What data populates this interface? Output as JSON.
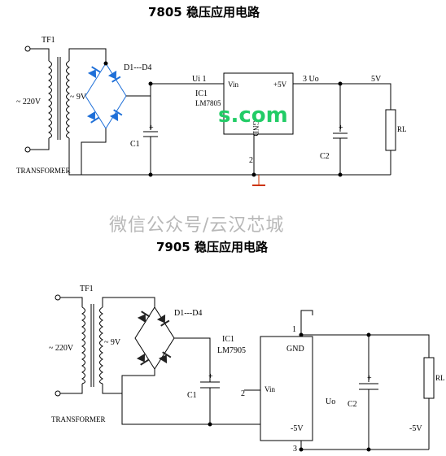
{
  "top": {
    "title": "7805 稳压应用电路",
    "tf_label": "TF1",
    "v_in": "~ 220V",
    "v_sec": "~ 9V",
    "bridge": "D1---D4",
    "ui_label": "Ui 1",
    "ic_label": "IC1",
    "ic_part": "LM7805",
    "pin_vin": "Vin",
    "pin_out": "+5V",
    "pin_gnd": "GND",
    "pin2": "2",
    "pin3": "3 Uo",
    "out_v": "5V",
    "c1": "C1",
    "c2": "C2",
    "rl": "RL",
    "transformer": "TRANSFORMER",
    "plus": "+"
  },
  "watermark": {
    "text": "微信公众号/云汉芯城",
    "logo": "s.com"
  },
  "bottom": {
    "title": "7905 稳压应用电路",
    "tf_label": "TF1",
    "v_in": "~ 220V",
    "v_sec": "~ 9V",
    "bridge": "D1---D4",
    "ic_label": "IC1",
    "ic_part": "LM7905",
    "pin_gnd": "GND",
    "pin_vin": "Vin",
    "pin_uo": "Uo",
    "pin_out": "-5V",
    "pin1": "1",
    "pin2": "2",
    "pin3": "3",
    "out_v": "-5V",
    "c1": "C1",
    "c2": "C2",
    "rl": "RL",
    "transformer": "TRANSFORMER",
    "plus": "+"
  },
  "colors": {
    "diode": "#1e6fd8",
    "wire": "#000000",
    "ground": "#cc3300",
    "watermark": "#b8b8b8",
    "logo": "#22cc66"
  }
}
